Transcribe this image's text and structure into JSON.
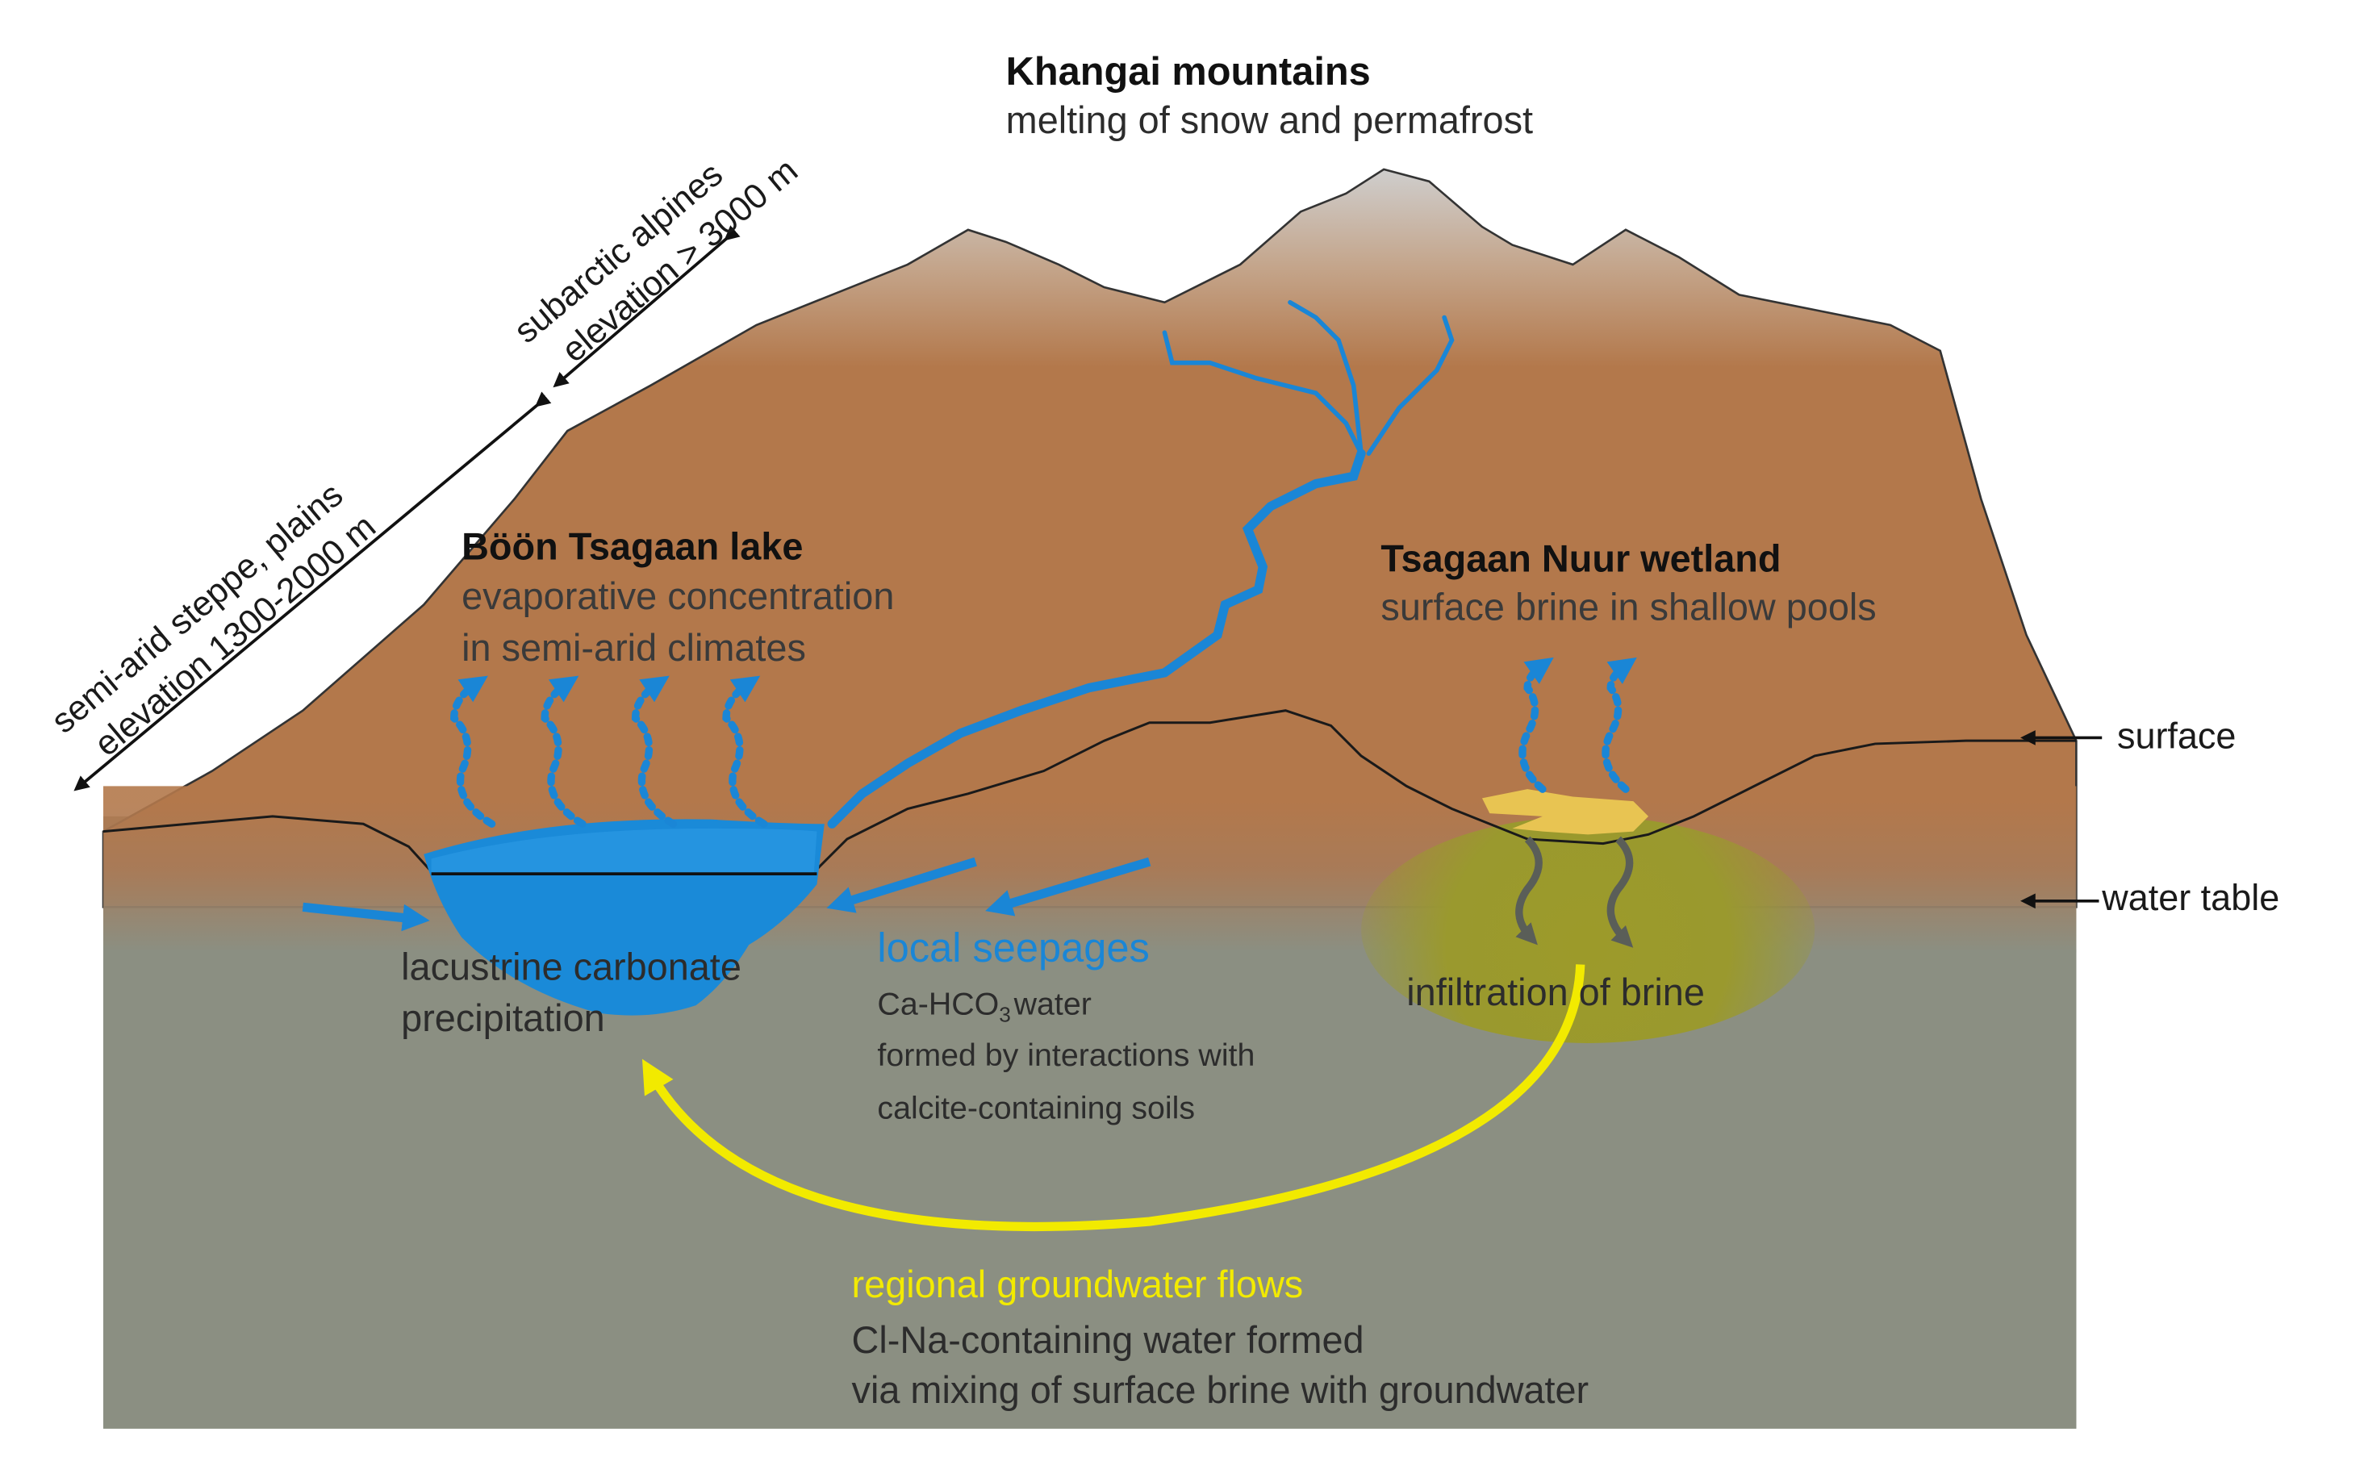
{
  "labels": {
    "khangai_title": "Khangai mountains",
    "khangai_sub": "melting of snow and permafrost",
    "alpine_line1": "subarctic alpines",
    "alpine_line2": "elevation > 3000 m",
    "steppe_line1": "semi-arid steppe, plains",
    "steppe_line2": "elevation 1300-2000 m",
    "lake_title": "Böön Tsagaan lake",
    "lake_sub1": "evaporative concentration",
    "lake_sub2": "in semi-arid climates",
    "wetland_title": "Tsagaan Nuur wetland",
    "wetland_sub": "surface brine in shallow pools",
    "surface": "surface",
    "water_table": "water table",
    "carbonate1": "lacustrine carbonate",
    "carbonate2": "precipitation",
    "seepages_title": "local seepages",
    "seep_ca": "Ca-HCO",
    "seep_sub3": "3",
    "seep_water": "water",
    "seep_line2": "formed by interactions with",
    "seep_line3": "calcite-containing soils",
    "brine": "infiltration of brine",
    "regional_title": "regional groundwater flows",
    "regional_line1": "Cl-Na-containing water formed",
    "regional_line2": "via mixing of surface brine with groundwater"
  },
  "colors": {
    "soil": "#b3784b",
    "groundwater": "#8b8f82",
    "water": "#1a86d6",
    "lake": "#1a8ad8",
    "brine_zone": "#9c9a2a",
    "brine_pool": "#e8c452",
    "yellow_flow": "#f2ea00",
    "snow": "#c9c9c9",
    "outline": "#222222"
  }
}
